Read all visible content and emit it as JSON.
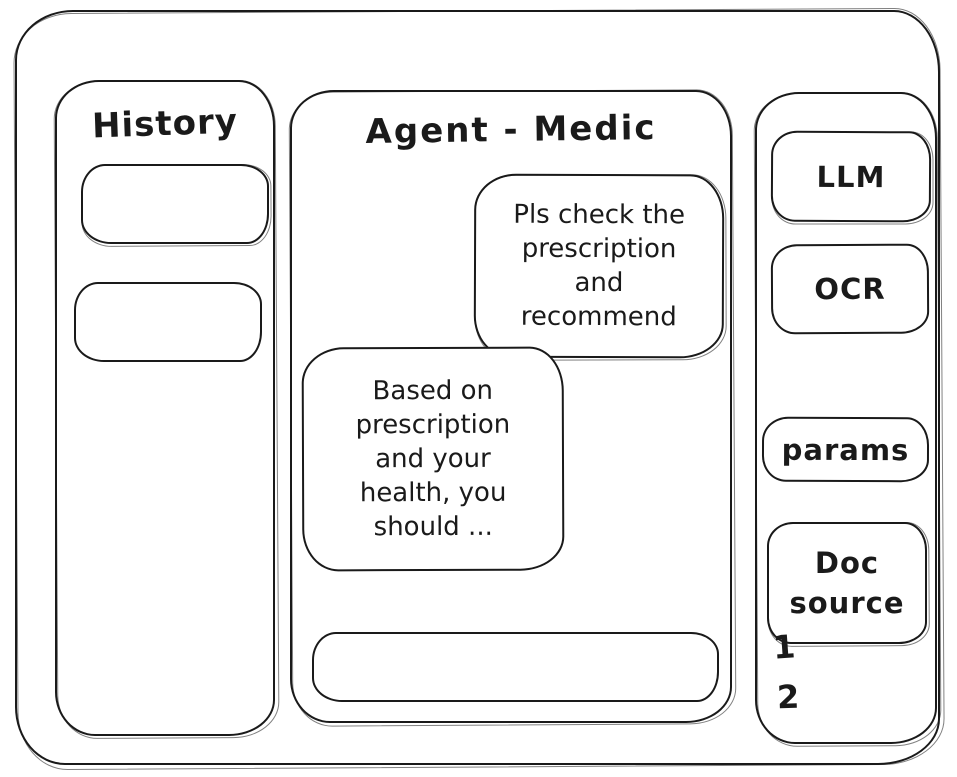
{
  "window": {
    "background": "#ffffff",
    "stroke_color": "#1a1a1a"
  },
  "history_panel": {
    "title": "History",
    "items": [
      {
        "label": ""
      },
      {
        "label": ""
      }
    ]
  },
  "chat_panel": {
    "title": "Agent - Medic",
    "messages": [
      {
        "role": "user",
        "text": "Pls check the prescription and recommend"
      },
      {
        "role": "assistant",
        "text": "Based on prescription and your health, you should ..."
      }
    ],
    "input": {
      "value": "",
      "placeholder": ""
    }
  },
  "tools_panel": {
    "buttons": [
      {
        "label": "LLM"
      },
      {
        "label": "OCR"
      },
      {
        "label": "params"
      },
      {
        "label": "Doc source"
      }
    ],
    "doc_source_items": [
      "1",
      "2"
    ]
  }
}
